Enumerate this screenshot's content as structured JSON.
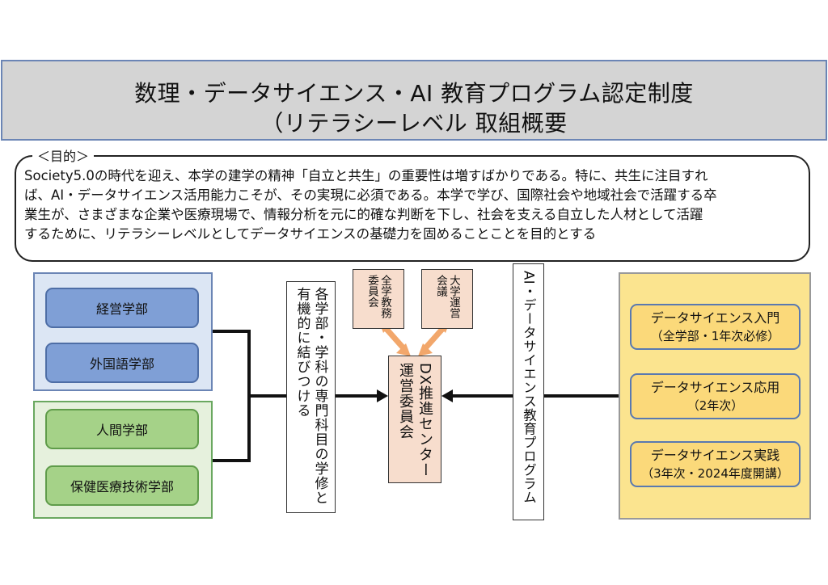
{
  "title": {
    "line1": "数理・データサイエンス・AI 教育プログラム認定制度",
    "line2": "（リテラシーレベル 取組概要"
  },
  "purpose": {
    "label": "＜目的＞",
    "text": "Society5.0の時代を迎え、本学の建学の精神「自立と共生」の重要性は増すばかりである。特に、共生に注目すれ\nば、AI・データサイエンス活用能力こそが、その実現に必須である。本学で学び、国際社会や地域社会で活躍する卒\n業生が、さまざまな企業や医療現場で、情報分析を元に的確な判断を下し、社会を支える自立した人材として活躍\nするために、リテラシーレベルとしてデータサイエンスの基礎力を固めることことを目的とする"
  },
  "faculties": {
    "blue": [
      "経営学部",
      "外国語学部"
    ],
    "green": [
      "人間学部",
      "保健医療技術学部"
    ]
  },
  "connector_text": "各学部・学科の専門科目の学修と有機的に結びつける",
  "committees": {
    "left": "全学教務委員会",
    "right": "大学運営会議"
  },
  "dx_center": "DX推進センター運営委員会",
  "program_label": "AI・データサイエンス教育プログラム",
  "courses": [
    {
      "name": "データサイエンス入門",
      "note": "（全学部・1年次必修）"
    },
    {
      "name": "データサイエンス応用",
      "note": "（2年次）"
    },
    {
      "name": "データサイエンス実践",
      "note": "（3年次・2024年度開講）"
    }
  ],
  "colors": {
    "title_bg": "#d4d4d4",
    "blue_panel": "#dce6f4",
    "blue_box": "#7f9fd6",
    "green_panel": "#e6f1dd",
    "green_box": "#a5d288",
    "salmon": "#f7ddcd",
    "arrow_orange": "#f2a76b",
    "yellow_panel": "#fbe48f",
    "course_box": "#fbd97a"
  }
}
